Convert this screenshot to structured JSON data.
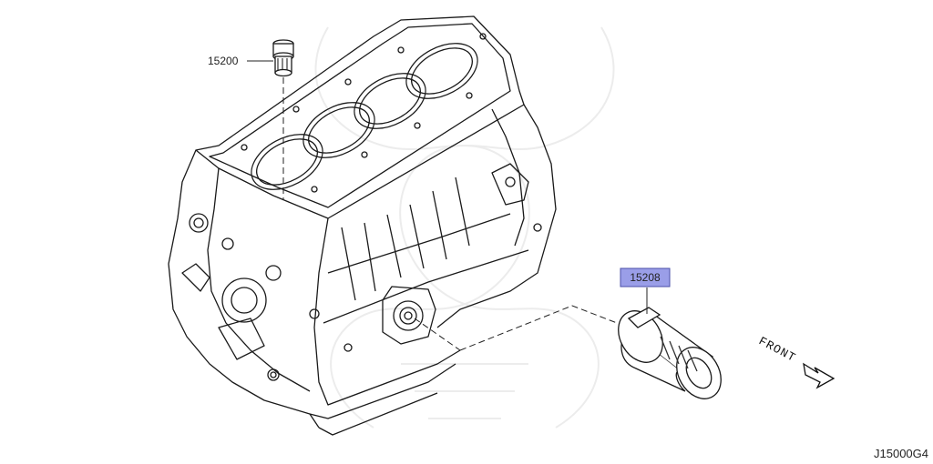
{
  "diagram": {
    "parts": [
      {
        "id": "15200",
        "name": "oil-filler-cap",
        "highlighted": false
      },
      {
        "id": "15208",
        "name": "oil-filter",
        "highlighted": true
      }
    ],
    "front_label": "FRONT",
    "diagram_code": "J15000G4",
    "highlight_color": "#9a9ee8",
    "highlight_border": "#4a4fa8"
  }
}
